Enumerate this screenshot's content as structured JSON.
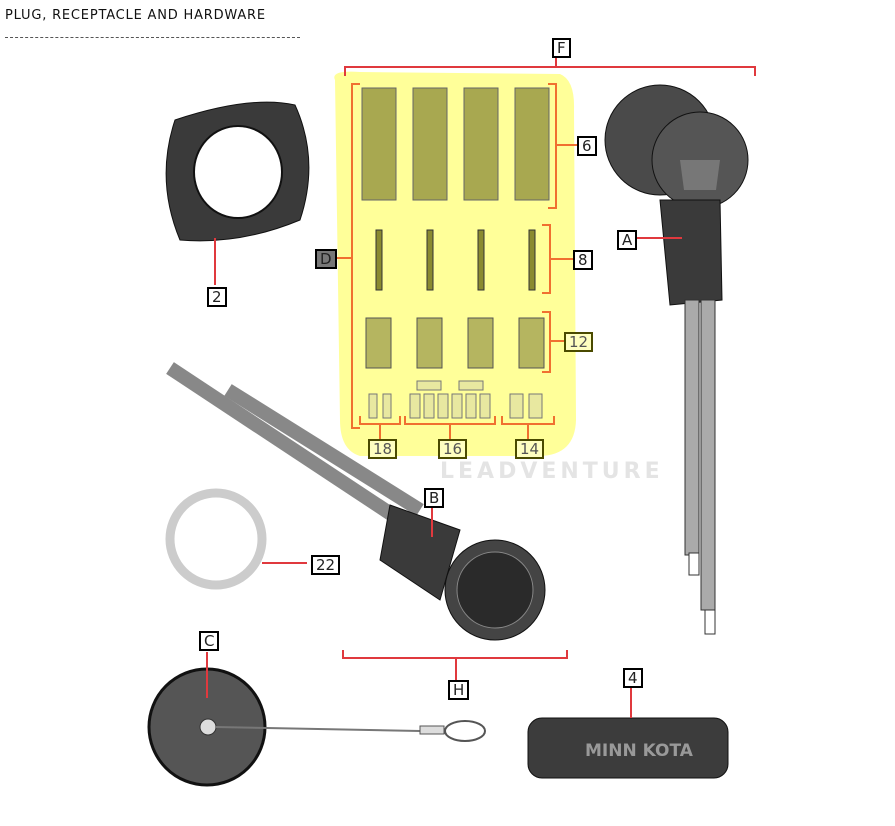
{
  "title": "PLUG, RECEPTACLE AND HARDWARE",
  "watermark": "LEADVENTURE",
  "logo_text": "MINN KOTA",
  "callouts": {
    "F": "F",
    "6": "6",
    "A": "A",
    "D": "D",
    "8": "8",
    "12": "12",
    "2": "2",
    "18": "18",
    "16": "16",
    "14": "14",
    "B": "B",
    "22": "22",
    "C": "C",
    "H": "H",
    "4": "4"
  },
  "colors": {
    "highlight": "#ffff99",
    "leader": "#e0393e",
    "bracket": "#f07030"
  }
}
